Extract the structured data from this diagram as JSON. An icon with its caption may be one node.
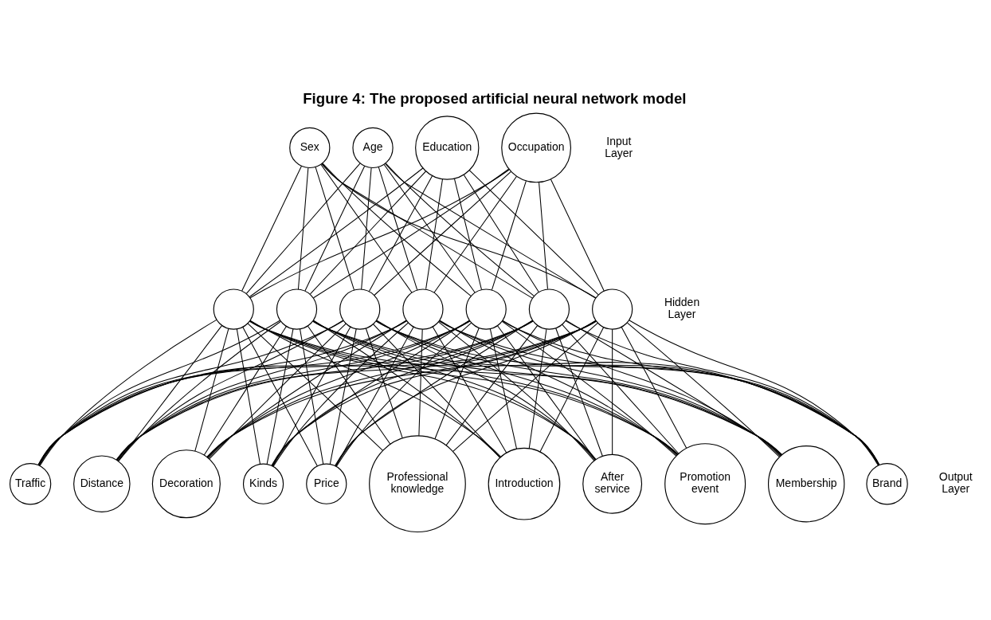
{
  "diagram": {
    "title": "Figure 4: The proposed artificial neural network model",
    "nodes": [
      {
        "text": [
          "Sex"
        ]
      },
      {
        "text": [
          "Age"
        ]
      },
      {
        "text": [
          "Education"
        ]
      },
      {
        "text": [
          "Occupation"
        ]
      },
      {
        "text": [],
        "shape": "circle"
      },
      {
        "text": [],
        "shape": "circle"
      },
      {
        "text": [],
        "shape": "circle"
      },
      {
        "text": [],
        "shape": "circle"
      },
      {
        "text": [],
        "shape": "circle"
      },
      {
        "text": [],
        "shape": "circle"
      },
      {
        "text": [],
        "shape": "circle"
      },
      {
        "text": [
          "Traffic"
        ]
      },
      {
        "text": [
          "Distance"
        ]
      },
      {
        "text": [
          "Decoration"
        ]
      },
      {
        "text": [
          "Kinds"
        ]
      },
      {
        "text": [
          "Price"
        ]
      },
      {
        "text": [
          "Professional knowledge"
        ]
      },
      {
        "text": [
          "Introduction"
        ]
      },
      {
        "text": [
          "After service"
        ]
      },
      {
        "text": [
          "Promotion event"
        ]
      },
      {
        "text": [
          "Membership"
        ]
      },
      {
        "text": [
          "Brand"
        ]
      }
    ],
    "edges": [
      {
        "from": 0,
        "to": 4,
        "arrow": "none"
      },
      {
        "from": 0,
        "to": 5,
        "arrow": "none"
      },
      {
        "from": 0,
        "to": 6,
        "arrow": "none"
      },
      {
        "from": 0,
        "to": 7,
        "arrow": "none"
      },
      {
        "from": 0,
        "to": 8,
        "arrow": "none"
      },
      {
        "from": 0,
        "to": 9,
        "arrow": "none"
      },
      {
        "from": 0,
        "to": 10,
        "arrow": "none"
      },
      {
        "from": 1,
        "to": 4,
        "arrow": "none"
      },
      {
        "from": 1,
        "to": 5,
        "arrow": "none"
      },
      {
        "from": 1,
        "to": 6,
        "arrow": "none"
      },
      {
        "from": 1,
        "to": 7,
        "arrow": "none"
      },
      {
        "from": 1,
        "to": 8,
        "arrow": "none"
      },
      {
        "from": 1,
        "to": 9,
        "arrow": "none"
      },
      {
        "from": 1,
        "to": 10,
        "arrow": "none"
      },
      {
        "from": 2,
        "to": 4,
        "arrow": "none"
      },
      {
        "from": 2,
        "to": 5,
        "arrow": "none"
      },
      {
        "from": 2,
        "to": 6,
        "arrow": "none"
      },
      {
        "from": 2,
        "to": 7,
        "arrow": "none"
      },
      {
        "from": 2,
        "to": 8,
        "arrow": "none"
      },
      {
        "from": 2,
        "to": 9,
        "arrow": "none"
      },
      {
        "from": 2,
        "to": 10,
        "arrow": "none"
      },
      {
        "from": 3,
        "to": 4,
        "arrow": "none"
      },
      {
        "from": 3,
        "to": 5,
        "arrow": "none"
      },
      {
        "from": 3,
        "to": 6,
        "arrow": "none"
      },
      {
        "from": 3,
        "to": 7,
        "arrow": "none"
      },
      {
        "from": 3,
        "to": 8,
        "arrow": "none"
      },
      {
        "from": 3,
        "to": 9,
        "arrow": "none"
      },
      {
        "from": 3,
        "to": 10,
        "arrow": "none"
      },
      {
        "from": 4,
        "to": 11,
        "arrow": "none"
      },
      {
        "from": 4,
        "to": 12,
        "arrow": "none"
      },
      {
        "from": 4,
        "to": 13,
        "arrow": "none"
      },
      {
        "from": 4,
        "to": 14,
        "arrow": "none"
      },
      {
        "from": 4,
        "to": 15,
        "arrow": "none"
      },
      {
        "from": 4,
        "to": 16,
        "arrow": "none"
      },
      {
        "from": 4,
        "to": 17,
        "arrow": "none"
      },
      {
        "from": 4,
        "to": 18,
        "arrow": "none"
      },
      {
        "from": 4,
        "to": 19,
        "arrow": "none"
      },
      {
        "from": 4,
        "to": 20,
        "arrow": "none"
      },
      {
        "from": 4,
        "to": 21,
        "arrow": "none"
      },
      {
        "from": 5,
        "to": 11,
        "arrow": "none"
      },
      {
        "from": 5,
        "to": 12,
        "arrow": "none"
      },
      {
        "from": 5,
        "to": 13,
        "arrow": "none"
      },
      {
        "from": 5,
        "to": 14,
        "arrow": "none"
      },
      {
        "from": 5,
        "to": 15,
        "arrow": "none"
      },
      {
        "from": 5,
        "to": 16,
        "arrow": "none"
      },
      {
        "from": 5,
        "to": 17,
        "arrow": "none"
      },
      {
        "from": 5,
        "to": 18,
        "arrow": "none"
      },
      {
        "from": 5,
        "to": 19,
        "arrow": "none"
      },
      {
        "from": 5,
        "to": 20,
        "arrow": "none"
      },
      {
        "from": 5,
        "to": 21,
        "arrow": "none"
      },
      {
        "from": 6,
        "to": 11,
        "arrow": "none"
      },
      {
        "from": 6,
        "to": 12,
        "arrow": "none"
      },
      {
        "from": 6,
        "to": 13,
        "arrow": "none"
      },
      {
        "from": 6,
        "to": 14,
        "arrow": "none"
      },
      {
        "from": 6,
        "to": 15,
        "arrow": "none"
      },
      {
        "from": 6,
        "to": 16,
        "arrow": "none"
      },
      {
        "from": 6,
        "to": 17,
        "arrow": "none"
      },
      {
        "from": 6,
        "to": 18,
        "arrow": "none"
      },
      {
        "from": 6,
        "to": 19,
        "arrow": "none"
      },
      {
        "from": 6,
        "to": 20,
        "arrow": "none"
      },
      {
        "from": 6,
        "to": 21,
        "arrow": "none"
      },
      {
        "from": 7,
        "to": 11,
        "arrow": "none"
      },
      {
        "from": 7,
        "to": 12,
        "arrow": "none"
      },
      {
        "from": 7,
        "to": 13,
        "arrow": "none"
      },
      {
        "from": 7,
        "to": 14,
        "arrow": "none"
      },
      {
        "from": 7,
        "to": 15,
        "arrow": "none"
      },
      {
        "from": 7,
        "to": 16,
        "arrow": "none"
      },
      {
        "from": 7,
        "to": 17,
        "arrow": "none"
      },
      {
        "from": 7,
        "to": 18,
        "arrow": "none"
      },
      {
        "from": 7,
        "to": 19,
        "arrow": "none"
      },
      {
        "from": 7,
        "to": 20,
        "arrow": "none"
      },
      {
        "from": 7,
        "to": 21,
        "arrow": "none"
      },
      {
        "from": 8,
        "to": 11,
        "arrow": "none"
      },
      {
        "from": 8,
        "to": 12,
        "arrow": "none"
      },
      {
        "from": 8,
        "to": 13,
        "arrow": "none"
      },
      {
        "from": 8,
        "to": 14,
        "arrow": "none"
      },
      {
        "from": 8,
        "to": 15,
        "arrow": "none"
      },
      {
        "from": 8,
        "to": 16,
        "arrow": "none"
      },
      {
        "from": 8,
        "to": 17,
        "arrow": "none"
      },
      {
        "from": 8,
        "to": 18,
        "arrow": "none"
      },
      {
        "from": 8,
        "to": 19,
        "arrow": "none"
      },
      {
        "from": 8,
        "to": 20,
        "arrow": "none"
      },
      {
        "from": 8,
        "to": 21,
        "arrow": "none"
      },
      {
        "from": 9,
        "to": 11,
        "arrow": "none"
      },
      {
        "from": 9,
        "to": 12,
        "arrow": "none"
      },
      {
        "from": 9,
        "to": 13,
        "arrow": "none"
      },
      {
        "from": 9,
        "to": 14,
        "arrow": "none"
      },
      {
        "from": 9,
        "to": 15,
        "arrow": "none"
      },
      {
        "from": 9,
        "to": 16,
        "arrow": "none"
      },
      {
        "from": 9,
        "to": 17,
        "arrow": "none"
      },
      {
        "from": 9,
        "to": 18,
        "arrow": "none"
      },
      {
        "from": 9,
        "to": 19,
        "arrow": "none"
      },
      {
        "from": 9,
        "to": 20,
        "arrow": "none"
      },
      {
        "from": 9,
        "to": 21,
        "arrow": "none"
      },
      {
        "from": 10,
        "to": 11,
        "arrow": "none"
      },
      {
        "from": 10,
        "to": 12,
        "arrow": "none"
      },
      {
        "from": 10,
        "to": 13,
        "arrow": "none"
      },
      {
        "from": 10,
        "to": 14,
        "arrow": "none"
      },
      {
        "from": 10,
        "to": 15,
        "arrow": "none"
      },
      {
        "from": 10,
        "to": 16,
        "arrow": "none"
      },
      {
        "from": 10,
        "to": 17,
        "arrow": "none"
      },
      {
        "from": 10,
        "to": 18,
        "arrow": "none"
      },
      {
        "from": 10,
        "to": 19,
        "arrow": "none"
      },
      {
        "from": 10,
        "to": 20,
        "arrow": "none"
      },
      {
        "from": 10,
        "to": 21,
        "arrow": "none"
      }
    ],
    "labels": [
      "Input Layer",
      "Hidden Layer",
      "Output Layer"
    ]
  }
}
